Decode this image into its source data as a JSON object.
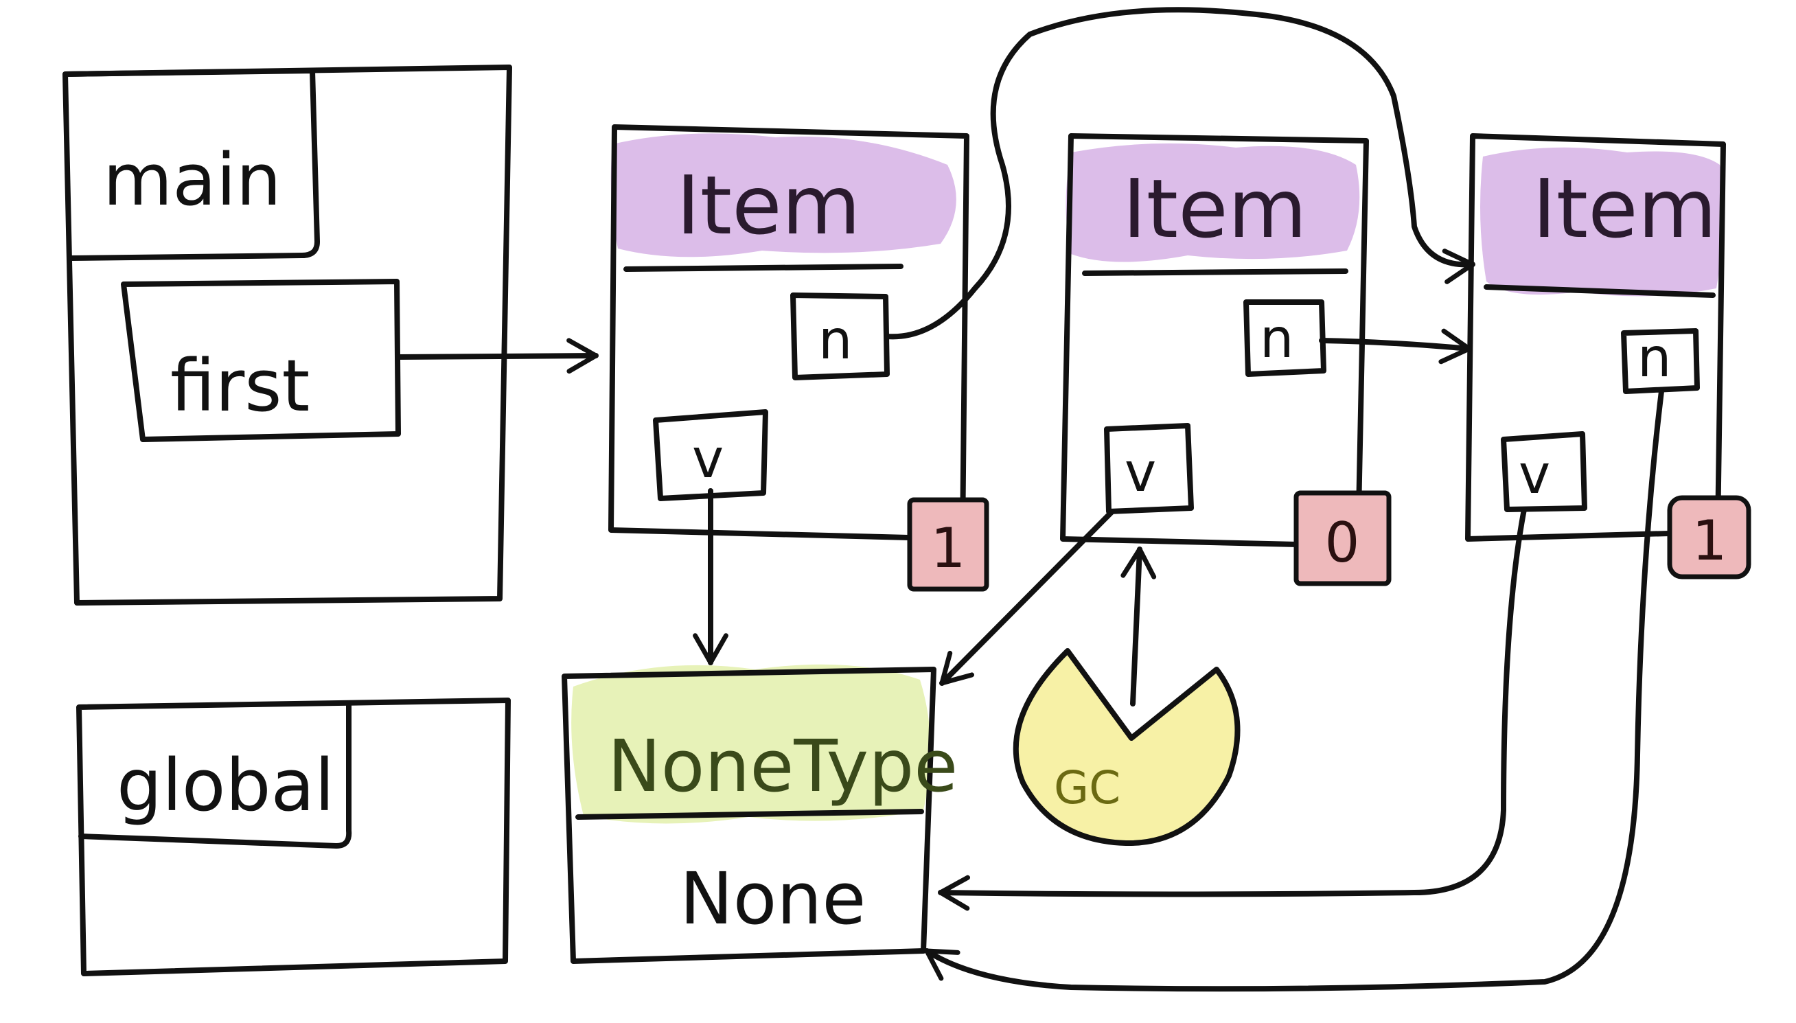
{
  "colors": {
    "ink": "#111111",
    "item_header": "#dcbde9",
    "nonetype_header": "#e7f2b8",
    "refcount": "#eeb9bb",
    "gc": "#f7f1a6"
  },
  "frames": {
    "main": {
      "label": "main",
      "variable": "first"
    },
    "global": {
      "label": "global"
    }
  },
  "objects": {
    "item_1": {
      "type_label": "Item",
      "next_label": "n",
      "value_label": "v",
      "refcount": "1"
    },
    "item_2": {
      "type_label": "Item",
      "next_label": "n",
      "value_label": "v",
      "refcount": "0"
    },
    "item_3": {
      "type_label": "Item",
      "next_label": "n",
      "value_label": "v",
      "refcount": "1"
    },
    "nonetype": {
      "type_label": "NoneType",
      "value_label": "None"
    }
  },
  "collector": {
    "label": "GC",
    "icon": "pacman-icon"
  }
}
